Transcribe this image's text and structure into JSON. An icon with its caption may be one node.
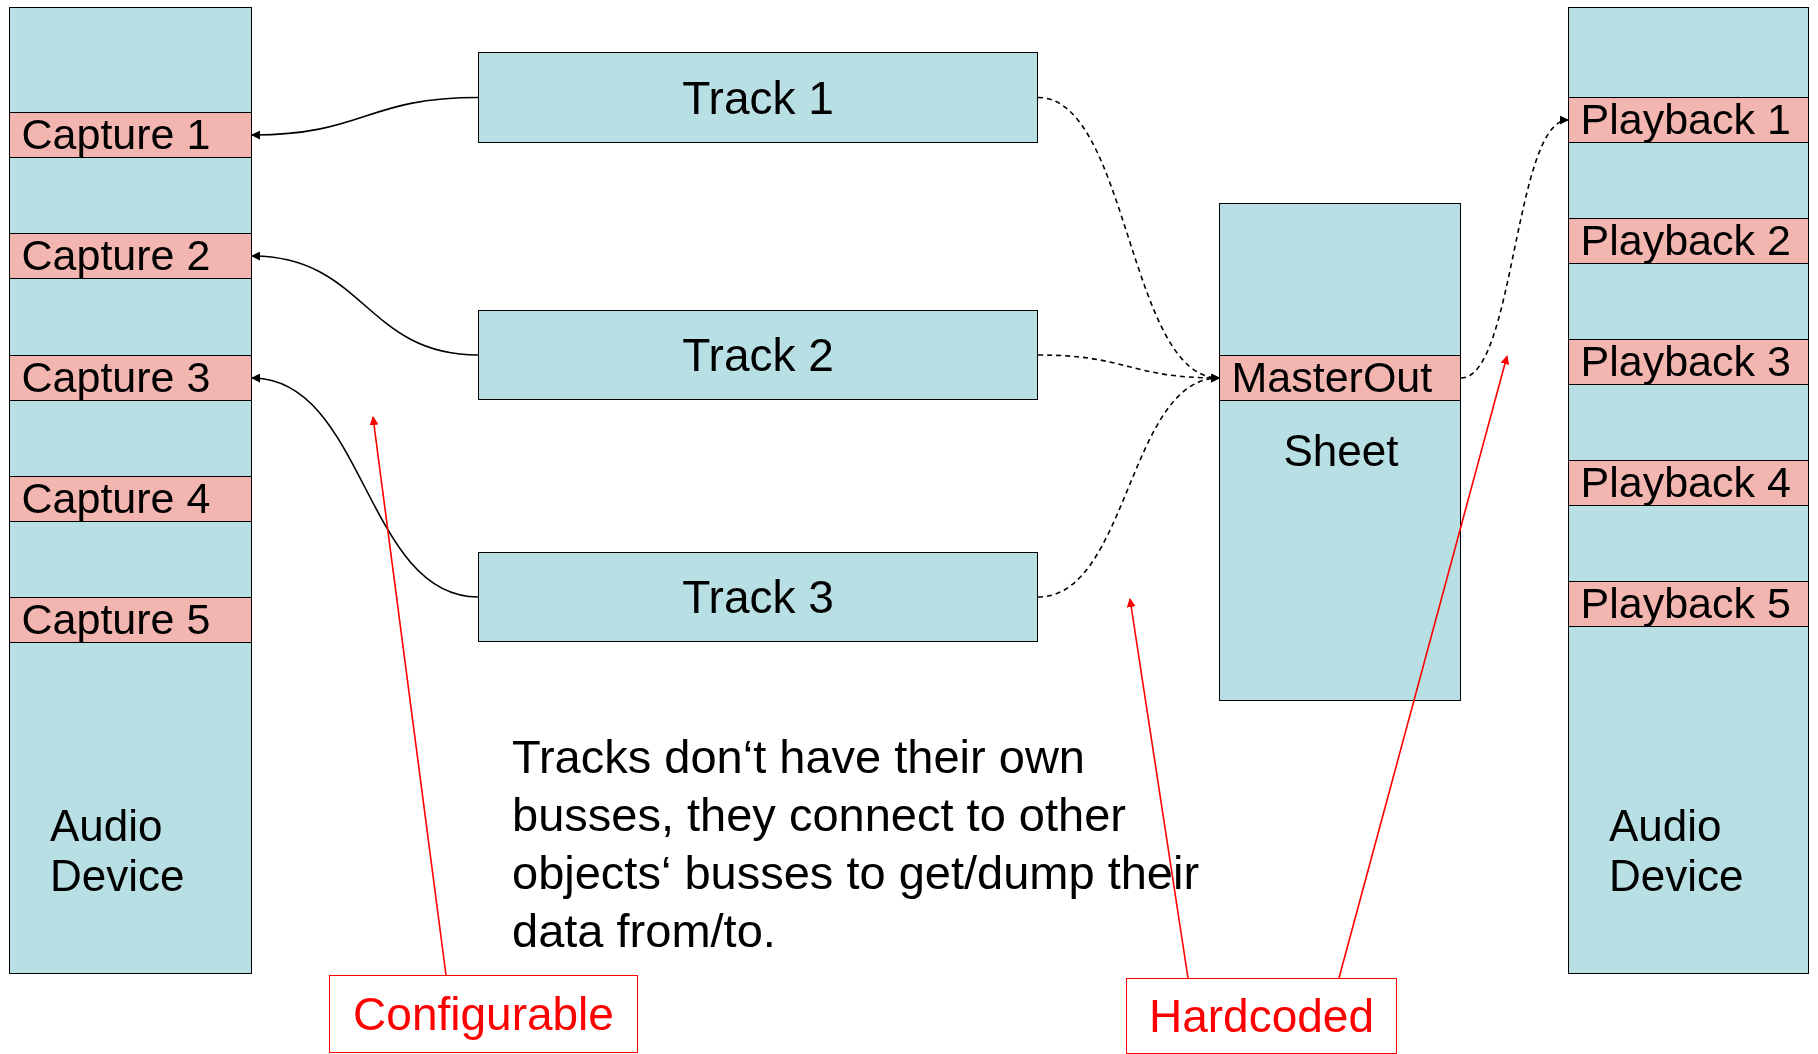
{
  "diagram": {
    "nodes": [
      {
        "text": [
          "Audio Device"
        ]
      },
      {
        "text": [
          "Capture 1"
        ],
        "in": 0
      },
      {
        "text": [
          "Capture 2"
        ],
        "in": 0
      },
      {
        "text": [
          "Capture 3"
        ],
        "in": 0
      },
      {
        "text": [
          "Capture 4"
        ],
        "in": 0
      },
      {
        "text": [
          "Capture 5"
        ],
        "in": 0
      },
      {
        "text": [
          "Track 1"
        ]
      },
      {
        "text": [
          "Track 2"
        ]
      },
      {
        "text": [
          "Track 3"
        ]
      },
      {
        "text": [
          "Sheet"
        ]
      },
      {
        "text": [
          "MasterOut"
        ],
        "in": 9
      },
      {
        "text": [
          "Audio Device"
        ]
      },
      {
        "text": [
          "Playback 1"
        ],
        "in": 11
      },
      {
        "text": [
          "Playback 2"
        ],
        "in": 11
      },
      {
        "text": [
          "Playback 3"
        ],
        "in": 11
      },
      {
        "text": [
          "Playback 4"
        ],
        "in": 11
      },
      {
        "text": [
          "Playback 5"
        ],
        "in": 11
      },
      {
        "text": [
          "Configurable"
        ]
      },
      {
        "text": [
          "Hardcoded"
        ]
      }
    ],
    "edges": [
      {
        "from": 6,
        "to": 1,
        "arrow": "to"
      },
      {
        "from": 7,
        "to": 2,
        "arrow": "to"
      },
      {
        "from": 8,
        "to": 3,
        "arrow": "to"
      },
      {
        "from": 6,
        "to": 10,
        "arrow": "to",
        "style": "dashed"
      },
      {
        "from": 7,
        "to": 10,
        "arrow": "to",
        "style": "dashed"
      },
      {
        "from": 8,
        "to": 10,
        "arrow": "to",
        "style": "dashed"
      },
      {
        "from": 10,
        "to": 12,
        "arrow": "to",
        "style": "dashed"
      },
      {
        "from": 17,
        "to": null,
        "arrow": "to",
        "color": "#ff0000"
      },
      {
        "from": 18,
        "to": null,
        "arrow": "to",
        "color": "#ff0000"
      },
      {
        "from": 18,
        "to": null,
        "arrow": "to",
        "color": "#ff0000"
      }
    ],
    "labels": [
      "Tracks don‘t have their own busses, they connect to other objects‘ busses to get/dump their data from/to."
    ]
  }
}
